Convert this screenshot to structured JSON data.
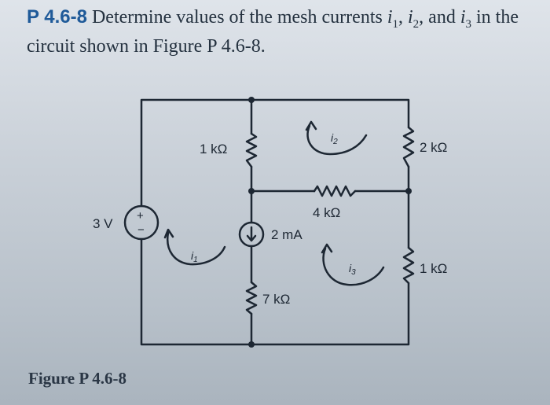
{
  "problem": {
    "number": "P 4.6-8",
    "text_before": "Determine values of the mesh currents",
    "i1": "i",
    "i1_sub": "1",
    "sep1": ", ",
    "i2": "i",
    "i2_sub": "2",
    "sep2": ", and ",
    "i3": "i",
    "i3_sub": "3",
    "text_after": "in the circuit shown in Figure P 4.6-8."
  },
  "figure_caption": "Figure P 4.6-8",
  "circuit": {
    "source_label": "3 V",
    "source_plus": "+",
    "source_minus": "−",
    "r_1k_left": "1 kΩ",
    "r_2k": "2 kΩ",
    "r_4k": "4 kΩ",
    "current_source": "2 mA",
    "r_7k": "7 kΩ",
    "r_1k_right": "1 kΩ",
    "mesh_i1": "i",
    "mesh_i1_sub": "1",
    "mesh_i2": "i",
    "mesh_i2_sub": "2",
    "mesh_i3": "i",
    "mesh_i3_sub": "3"
  }
}
